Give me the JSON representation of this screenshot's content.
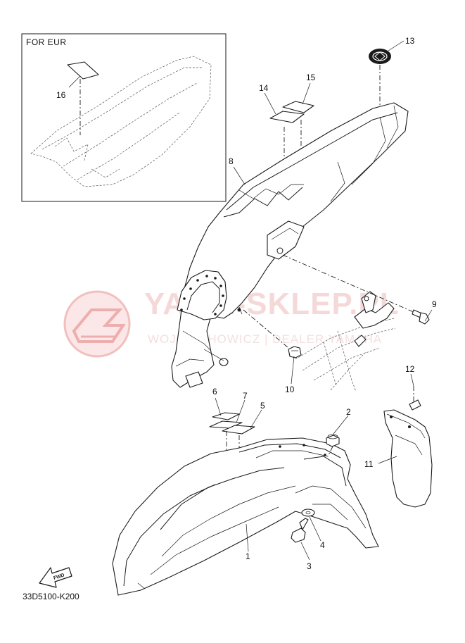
{
  "inset": {
    "title": "FOR EUR"
  },
  "diagram_code": "33D5100-K200",
  "fwd_label": "FWD",
  "watermark": {
    "brand": "YAMA-SKLEP.PL",
    "subtitle": "WOJCIECHOWICZ | DEALER YAMAHA",
    "color": "#e88a8a"
  },
  "callouts": [
    {
      "id": "c1",
      "num": "1"
    },
    {
      "id": "c2",
      "num": "2"
    },
    {
      "id": "c3",
      "num": "3"
    },
    {
      "id": "c4",
      "num": "4"
    },
    {
      "id": "c5",
      "num": "5"
    },
    {
      "id": "c6",
      "num": "6"
    },
    {
      "id": "c7",
      "num": "7"
    },
    {
      "id": "c8",
      "num": "8"
    },
    {
      "id": "c9",
      "num": "9"
    },
    {
      "id": "c10",
      "num": "10"
    },
    {
      "id": "c11",
      "num": "11"
    },
    {
      "id": "c12",
      "num": "12"
    },
    {
      "id": "c13",
      "num": "13"
    },
    {
      "id": "c14",
      "num": "14"
    },
    {
      "id": "c15",
      "num": "15"
    },
    {
      "id": "c16",
      "num": "16"
    }
  ]
}
